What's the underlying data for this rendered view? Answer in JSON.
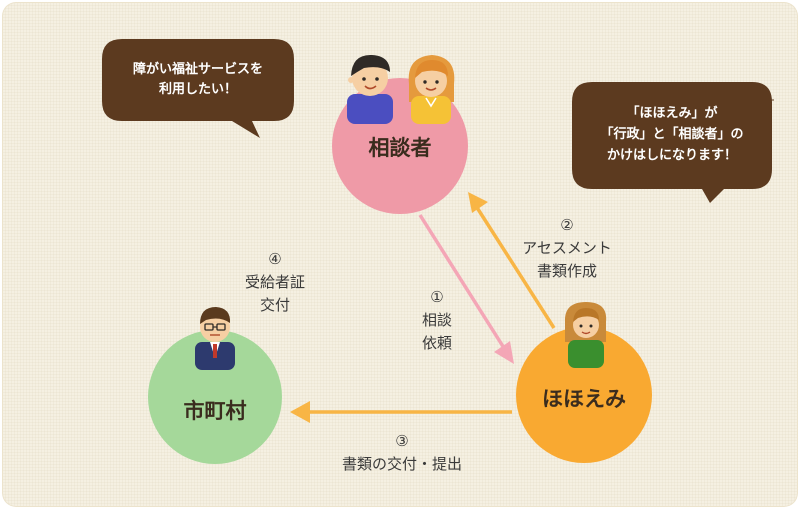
{
  "nodes": {
    "consultant": {
      "label": "相談者",
      "color": "#ef9aa7"
    },
    "hohoemi": {
      "label": "ほほえみ",
      "color": "#f9a931"
    },
    "city": {
      "label": "市町村",
      "color": "#a5d89a"
    }
  },
  "steps": {
    "s1": {
      "num": "①",
      "line1": "相談",
      "line2": "依頼"
    },
    "s2": {
      "num": "②",
      "line1": "アセスメント",
      "line2": "書類作成"
    },
    "s3": {
      "num": "③",
      "line1": "書類の交付・提出"
    },
    "s4": {
      "num": "④",
      "line1": "受給者証",
      "line2": "交付"
    }
  },
  "bubbles": {
    "left": {
      "line1": "障がい福祉サービスを",
      "line2": "利用したい！"
    },
    "right": {
      "line1": "「ほほえみ」が",
      "line2": "「行政」と「相談者」の",
      "line3": "かけはしになります！"
    }
  },
  "colors": {
    "arrow_pink": "#f4a6b6",
    "arrow_orange": "#f8b545",
    "bubble": "#5c3a1f",
    "background": "#f5f0e2"
  },
  "icons": [
    "child-boy-icon",
    "child-girl-icon",
    "staff-woman-icon",
    "official-man-icon"
  ]
}
